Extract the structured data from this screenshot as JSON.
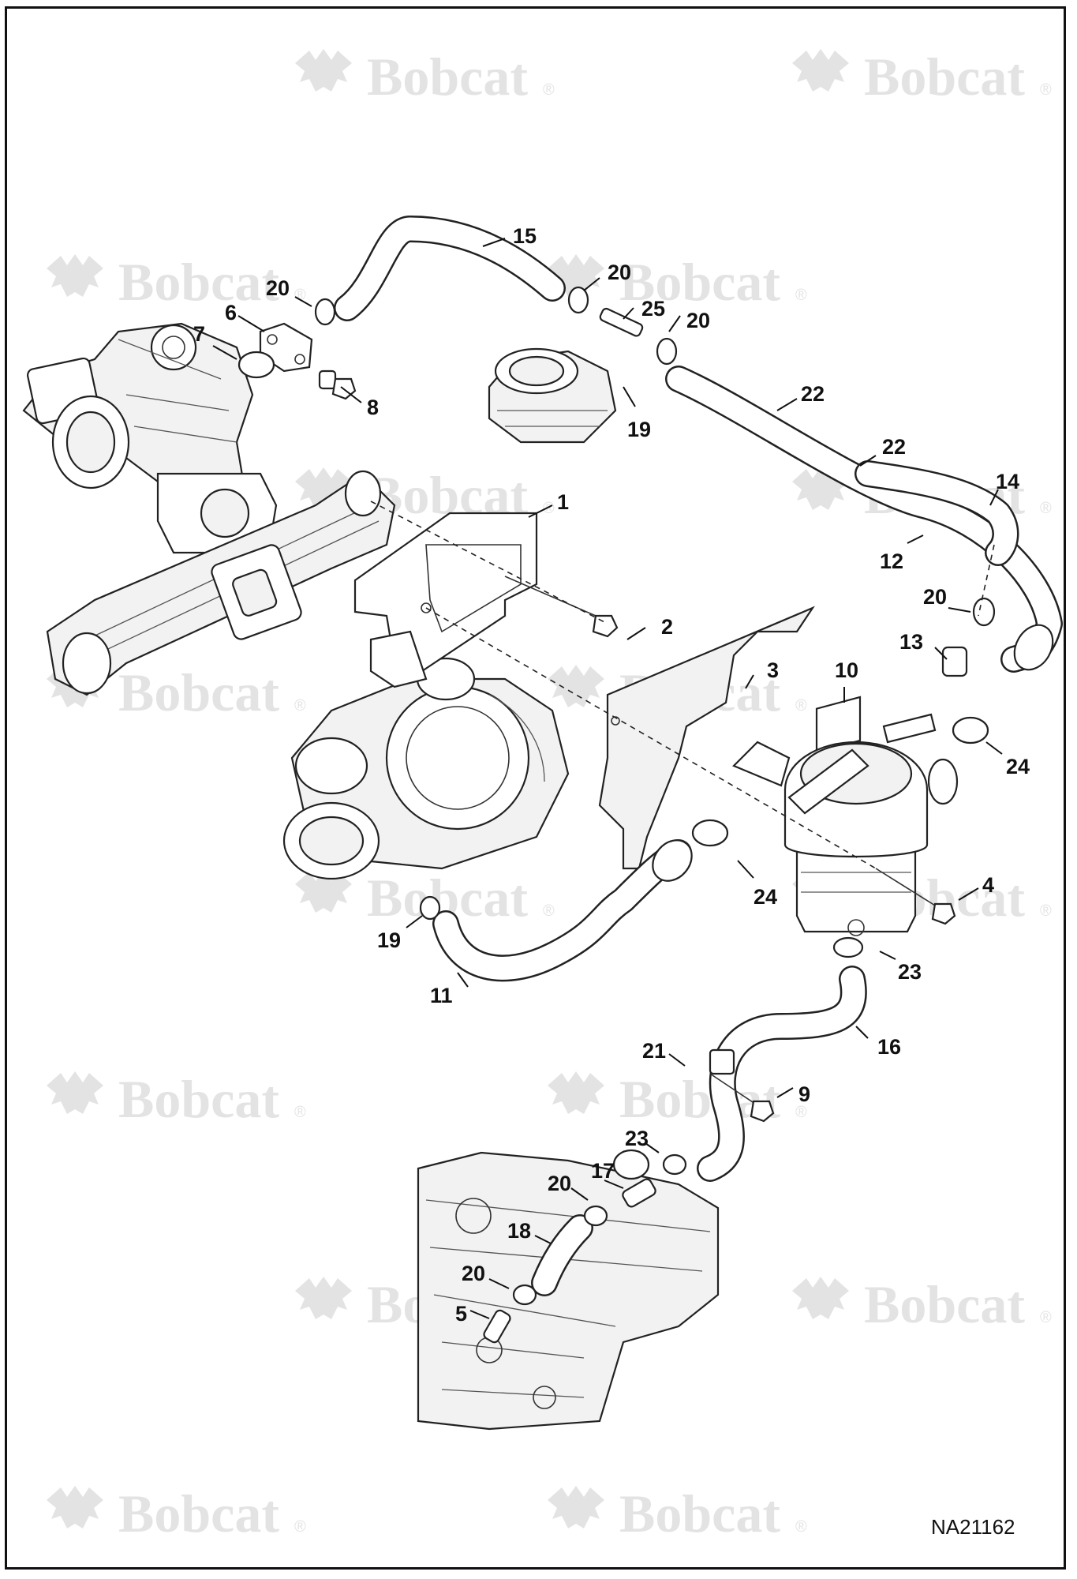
{
  "brand": {
    "watermark": "Bobcat",
    "registered": "®"
  },
  "reference_code": "NA21162",
  "callouts": [
    {
      "id": "c15",
      "label": "15"
    },
    {
      "id": "c20a",
      "label": "20"
    },
    {
      "id": "c20b",
      "label": "20"
    },
    {
      "id": "c25",
      "label": "25"
    },
    {
      "id": "c20c",
      "label": "20"
    },
    {
      "id": "c6",
      "label": "6"
    },
    {
      "id": "c7",
      "label": "7"
    },
    {
      "id": "c8",
      "label": "8"
    },
    {
      "id": "c19a",
      "label": "19"
    },
    {
      "id": "c22a",
      "label": "22"
    },
    {
      "id": "c22b",
      "label": "22"
    },
    {
      "id": "c14",
      "label": "14"
    },
    {
      "id": "c1",
      "label": "1"
    },
    {
      "id": "c12",
      "label": "12"
    },
    {
      "id": "c20d",
      "label": "20"
    },
    {
      "id": "c2",
      "label": "2"
    },
    {
      "id": "c13",
      "label": "13"
    },
    {
      "id": "c3",
      "label": "3"
    },
    {
      "id": "c10",
      "label": "10"
    },
    {
      "id": "c24a",
      "label": "24"
    },
    {
      "id": "c24b",
      "label": "24"
    },
    {
      "id": "c4",
      "label": "4"
    },
    {
      "id": "c19b",
      "label": "19"
    },
    {
      "id": "c23a",
      "label": "23"
    },
    {
      "id": "c11",
      "label": "11"
    },
    {
      "id": "c16",
      "label": "16"
    },
    {
      "id": "c21",
      "label": "21"
    },
    {
      "id": "c9",
      "label": "9"
    },
    {
      "id": "c23b",
      "label": "23"
    },
    {
      "id": "c17",
      "label": "17"
    },
    {
      "id": "c20e",
      "label": "20"
    },
    {
      "id": "c18",
      "label": "18"
    },
    {
      "id": "c20f",
      "label": "20"
    },
    {
      "id": "c5",
      "label": "5"
    }
  ]
}
